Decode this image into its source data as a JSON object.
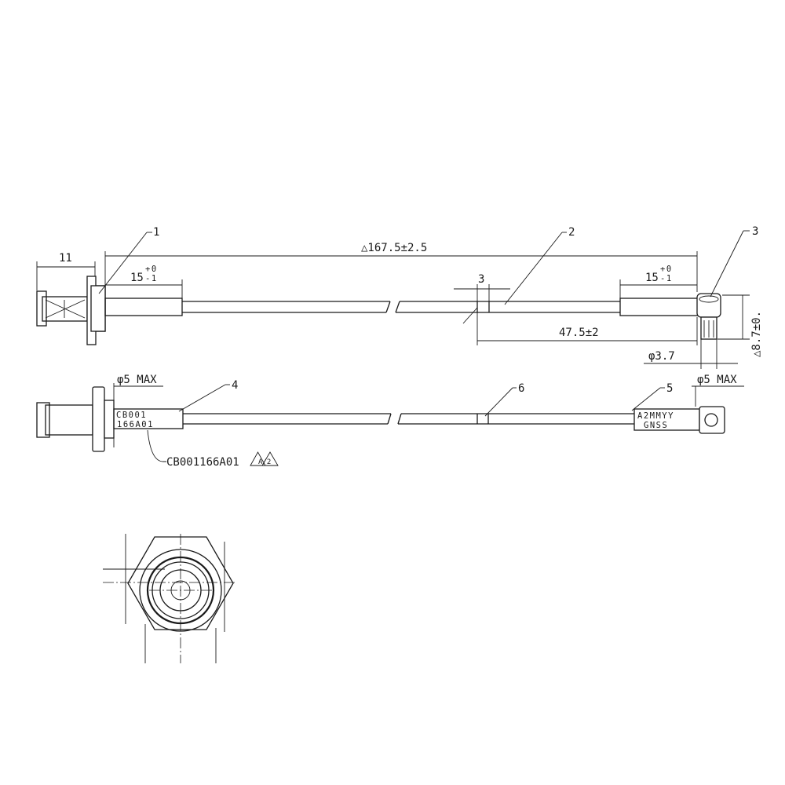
{
  "dimensions": {
    "cable_length": "△167.5±2.5",
    "connector_left_length": "11",
    "sleeve_left_main": "15",
    "sleeve_left_tol_upper": "+0",
    "sleeve_left_tol_lower": "-1",
    "sleeve_right_main": "15",
    "sleeve_right_tol_upper": "+0",
    "sleeve_right_tol_lower": "-1",
    "mark_band_width": "3",
    "mark_band_distance": "47.5±2",
    "right_connector_height": "△8.7±0.",
    "right_connector_diameter": "φ3.7",
    "label_max_left": "φ5 MAX",
    "label_max_right": "φ5 MAX"
  },
  "balloons": [
    "1",
    "2",
    "3",
    "4",
    "5",
    "6"
  ],
  "labels": {
    "left_line1": "CB001",
    "left_line2": "166A01",
    "right_line1": "A2MMYY",
    "right_line2": "GNSS"
  },
  "part_number": "CB001166A01",
  "revision_symbol": "A/2"
}
